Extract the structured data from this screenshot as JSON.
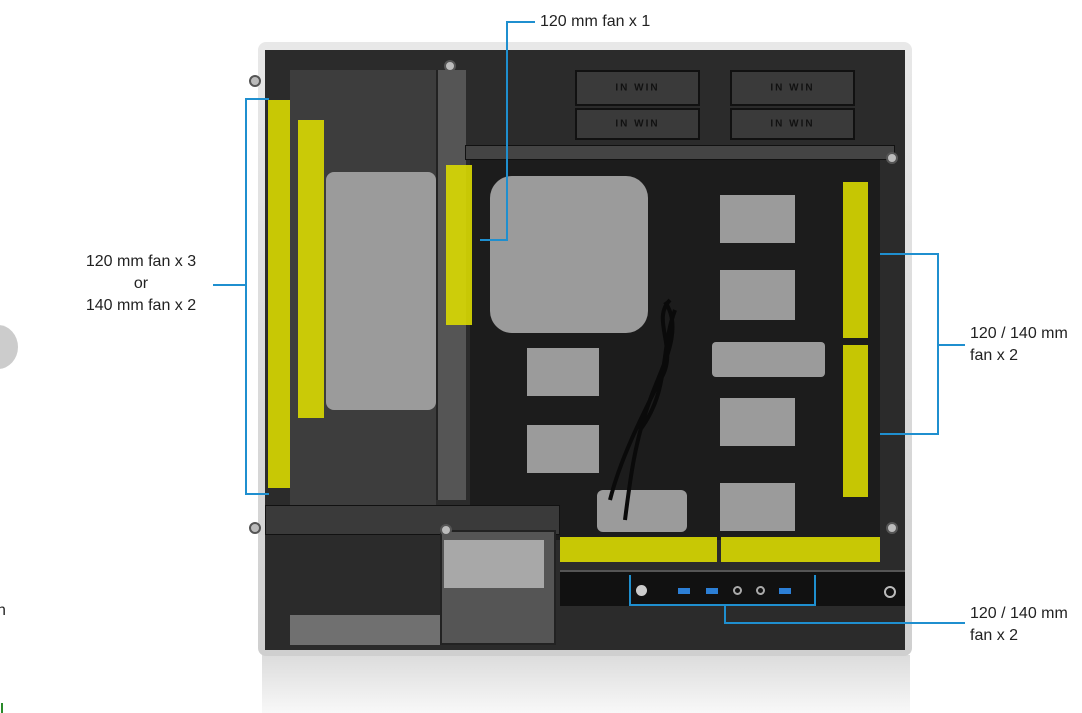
{
  "annotations": {
    "top": "120 mm fan x 1",
    "left_line1": "120 mm fan x 3",
    "left_line2": "or",
    "left_line3": "140 mm fan x 2",
    "right_upper_line1": "120 / 140 mm",
    "right_upper_line2": "fan x 2",
    "right_lower_line1": "120 / 140 mm",
    "right_lower_line2": "fan x 2"
  },
  "drive_bays": [
    "IN WIN",
    "IN WIN",
    "IN WIN",
    "IN WIN"
  ],
  "edge_fragment": "n",
  "colors": {
    "callout": "#1f8fcf",
    "fan_highlight": "#dede00"
  }
}
